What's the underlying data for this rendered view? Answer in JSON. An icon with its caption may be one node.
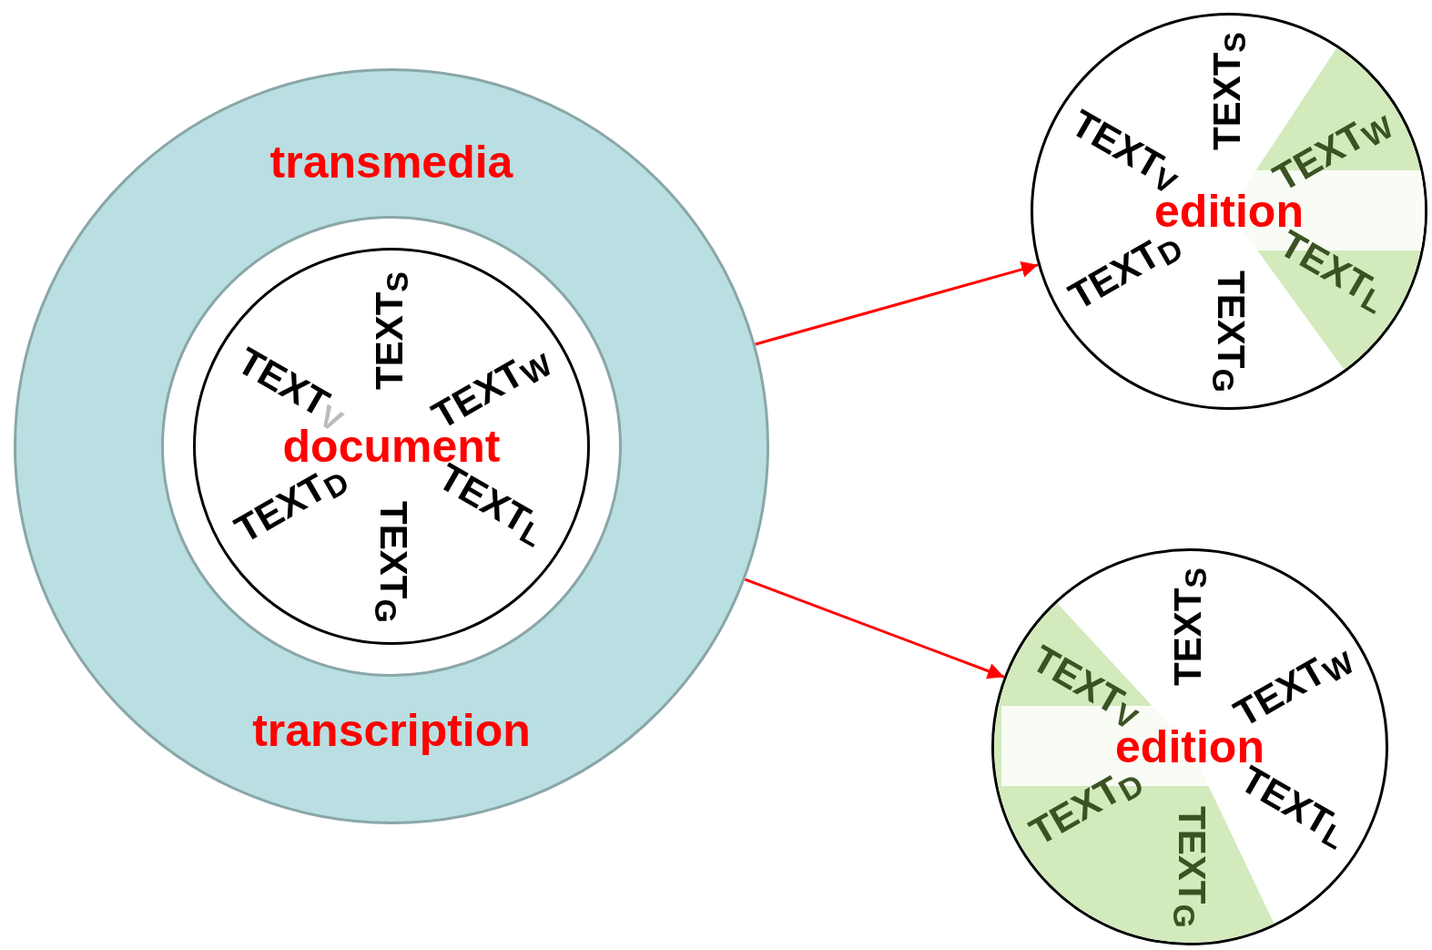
{
  "diagram": {
    "nodes": [
      {
        "text": [
          "transmedia",
          "transcription"
        ]
      },
      {
        "text": [],
        "shape": "circle",
        "in": 0
      },
      {
        "text": [
          "document",
          "TEXT$_{S}$",
          "TEXT$_{W}$",
          "TEXT$_{L}$",
          "TEXT$_{G}$",
          "TEXT$_{D}$",
          "TEXT$_{V}$"
        ],
        "in": 1
      },
      {
        "text": [
          "edition",
          "TEXT$_{S}$",
          "TEXT$_{W}$",
          "TEXT$_{L}$",
          "TEXT$_{G}$",
          "TEXT$_{D}$",
          "TEXT$_{V}$"
        ]
      },
      {
        "text": [
          "edition",
          "TEXT$_{S}$",
          "TEXT$_{W}$",
          "TEXT$_{L}$",
          "TEXT$_{G}$",
          "TEXT$_{D}$",
          "TEXT$_{V}$"
        ]
      }
    ],
    "edges": [
      {
        "from": 0,
        "to": 3,
        "arrow": "to"
      },
      {
        "from": 0,
        "to": 4,
        "arrow": "to"
      }
    ]
  }
}
